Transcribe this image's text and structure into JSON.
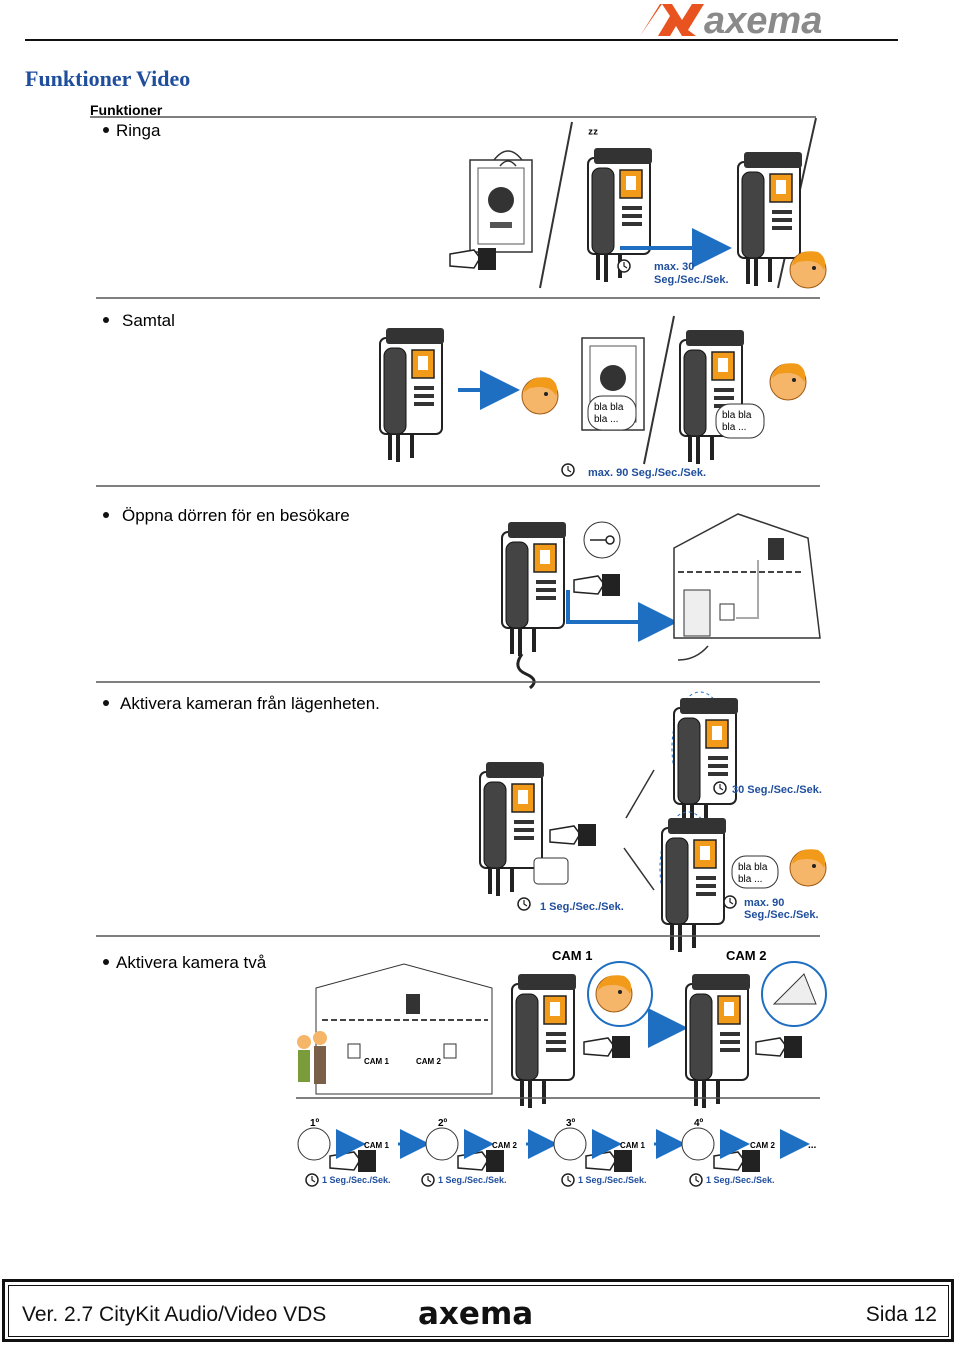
{
  "header": {
    "brand_logo_text": "axema",
    "page_title": "Funktioner Video"
  },
  "figure": {
    "heading": "Funktioner",
    "sections": [
      {
        "bullet": "Ringa",
        "labels": {
          "timer": "max. 30",
          "timer_unit": "Seg./Sec./Sek."
        }
      },
      {
        "bullet": "Samtal",
        "labels": {
          "speech_1": "bla bla",
          "speech_1b": "bla ...",
          "speech_2": "bla bla",
          "speech_2b": "bla ...",
          "timer": "max. 90 Seg./Sec./Sek."
        }
      },
      {
        "bullet": "Öppna dörren för en besökare",
        "labels": {}
      },
      {
        "bullet": "Aktivera kameran från lägenheten.",
        "labels": {
          "timer_a": "30 Seg./Sec./Sek.",
          "timer_b": "1 Seg./Sec./Sek.",
          "speech": "bla bla",
          "speech_b": "bla ...",
          "timer_c": "max. 90",
          "timer_c_unit": "Seg./Sec./Sek."
        }
      },
      {
        "bullet": "Aktivera kamera två",
        "labels": {
          "cam1": "CAM 1",
          "cam2": "CAM 2",
          "house_cam1": "CAM 1",
          "house_cam2": "CAM 2",
          "steps": [
            {
              "num": "1º",
              "cam": "CAM 1",
              "time": "1 Seg./Sec./Sek."
            },
            {
              "num": "2º",
              "cam": "CAM 2",
              "time": "1 Seg./Sec./Sek."
            },
            {
              "num": "3º",
              "cam": "CAM 1",
              "time": "1 Seg./Sec./Sek."
            },
            {
              "num": "4º",
              "cam": "CAM 2",
              "time": "1 Seg./Sec./Sek."
            }
          ],
          "ellipsis": "..."
        }
      }
    ]
  },
  "footer": {
    "left": "Ver. 2.7 CityKit Audio/Video VDS",
    "center_logo": "axema",
    "right": "Sida 12"
  },
  "colors": {
    "brand_orange": "#e8531f",
    "brand_gray": "#8a8a8a",
    "title_blue": "#1f4e9c",
    "arrow_blue": "#1e6fc1",
    "screen_orange": "#f29a1a",
    "skin": "#f5b66a"
  }
}
